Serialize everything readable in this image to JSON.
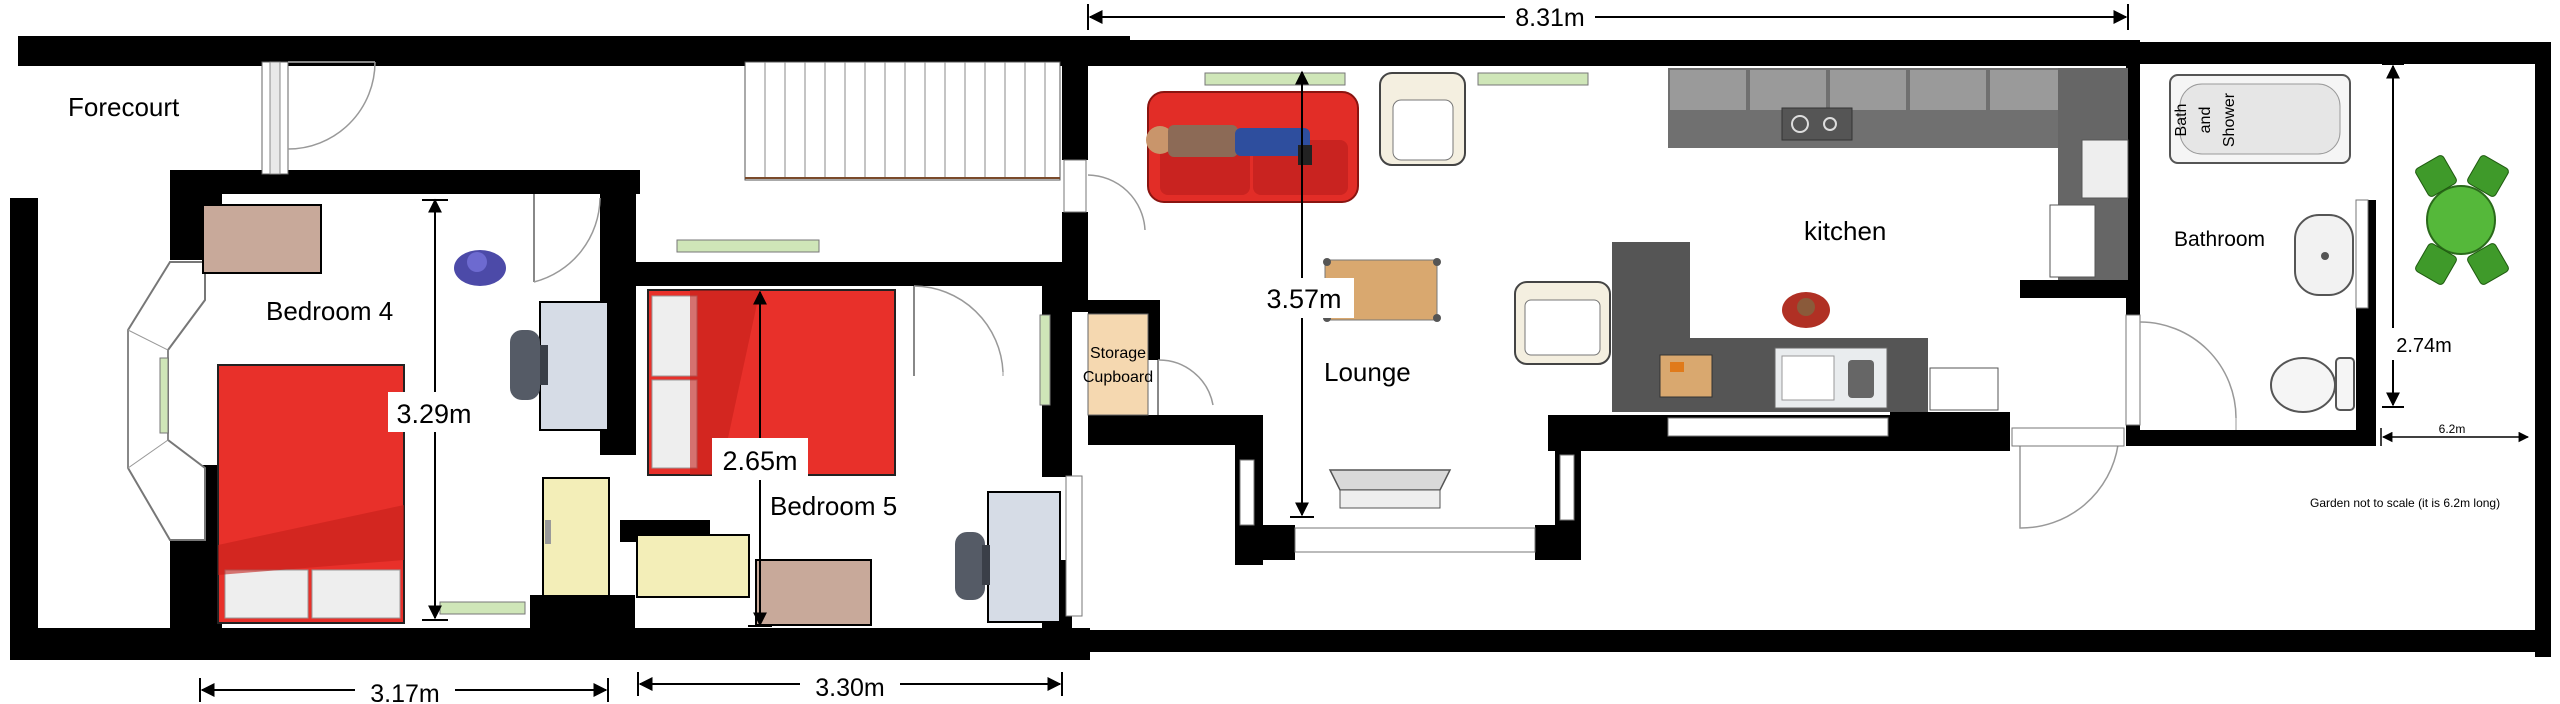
{
  "labels": {
    "forecourt": "Forecourt",
    "bedroom4": "Bedroom 4",
    "bedroom5": "Bedroom 5",
    "storage_line1": "Storage",
    "storage_line2": "Cupboard",
    "lounge": "Lounge",
    "kitchen": "kitchen",
    "bathroom": "Bathroom",
    "bath_line1": "Bath",
    "bath_line2": "and",
    "bath_line3": "Shower",
    "garden_note": "Garden not to scale (it is 6.2m long)"
  },
  "dimensions": {
    "overall_width": "8.31m",
    "bedroom4_height": "3.29m",
    "bedroom4_width": "3.17m",
    "bedroom5_height": "2.65m",
    "bedroom5_width": "3.30m",
    "lounge_depth": "3.57m",
    "bathroom_height": "2.74m",
    "garden_length": "6.2m"
  },
  "colors": {
    "wall": "#000000",
    "bed": "#e8302a",
    "sofa": "#e22d27",
    "worktop": "#555555",
    "dresser": "#c8a99a",
    "desk": "#d6dce6",
    "table": "#d9a86f",
    "garden_table": "#55b83a"
  }
}
